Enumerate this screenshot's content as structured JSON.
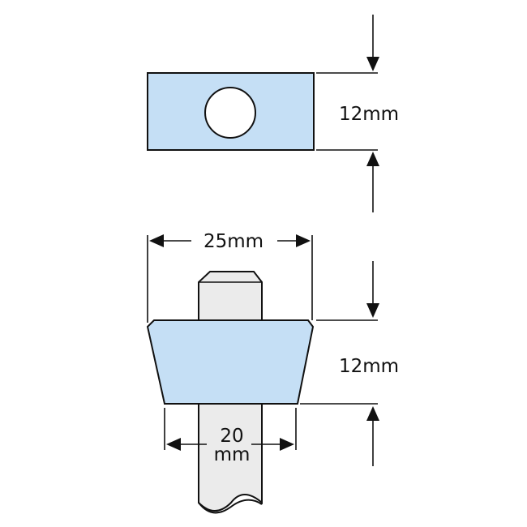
{
  "labels": {
    "top_height": "12mm",
    "bottom_height": "12mm",
    "top_width": "25mm",
    "bottom_width_value": "20",
    "bottom_width_unit": "mm"
  },
  "colors": {
    "part_fill": "#c5dff5",
    "pin_fill": "#ebebeb"
  }
}
